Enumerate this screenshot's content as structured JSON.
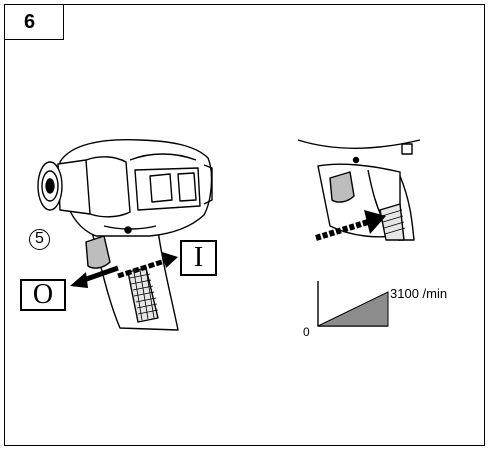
{
  "figure": {
    "number": "6",
    "callout": "5",
    "switch_off_label": "O",
    "switch_on_label": "I"
  },
  "speed_graph": {
    "max_label": "3100 /min",
    "zero_label": "0"
  }
}
